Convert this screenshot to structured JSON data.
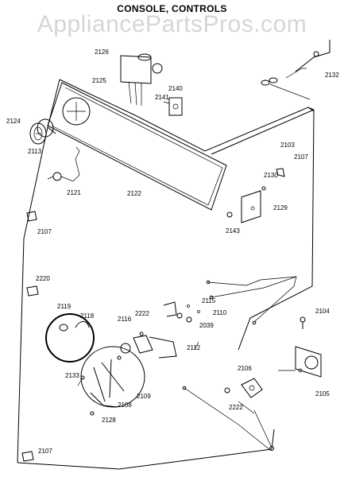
{
  "watermark": "AppliancePartsPros.com",
  "title": "CONSOLE, CONTROLS",
  "parts": [
    "2126",
    "2125",
    "2140",
    "2141",
    "2132",
    "2124",
    "2113",
    "2103",
    "2107",
    "2130",
    "2121",
    "2122",
    "2129",
    "2143",
    "2107",
    "2220",
    "2115",
    "2110",
    "2104",
    "2119",
    "2118",
    "2116",
    "2222",
    "2039",
    "2112",
    "2133",
    "2106",
    "2105",
    "2108",
    "2109",
    "2222",
    "2128",
    "2107"
  ]
}
